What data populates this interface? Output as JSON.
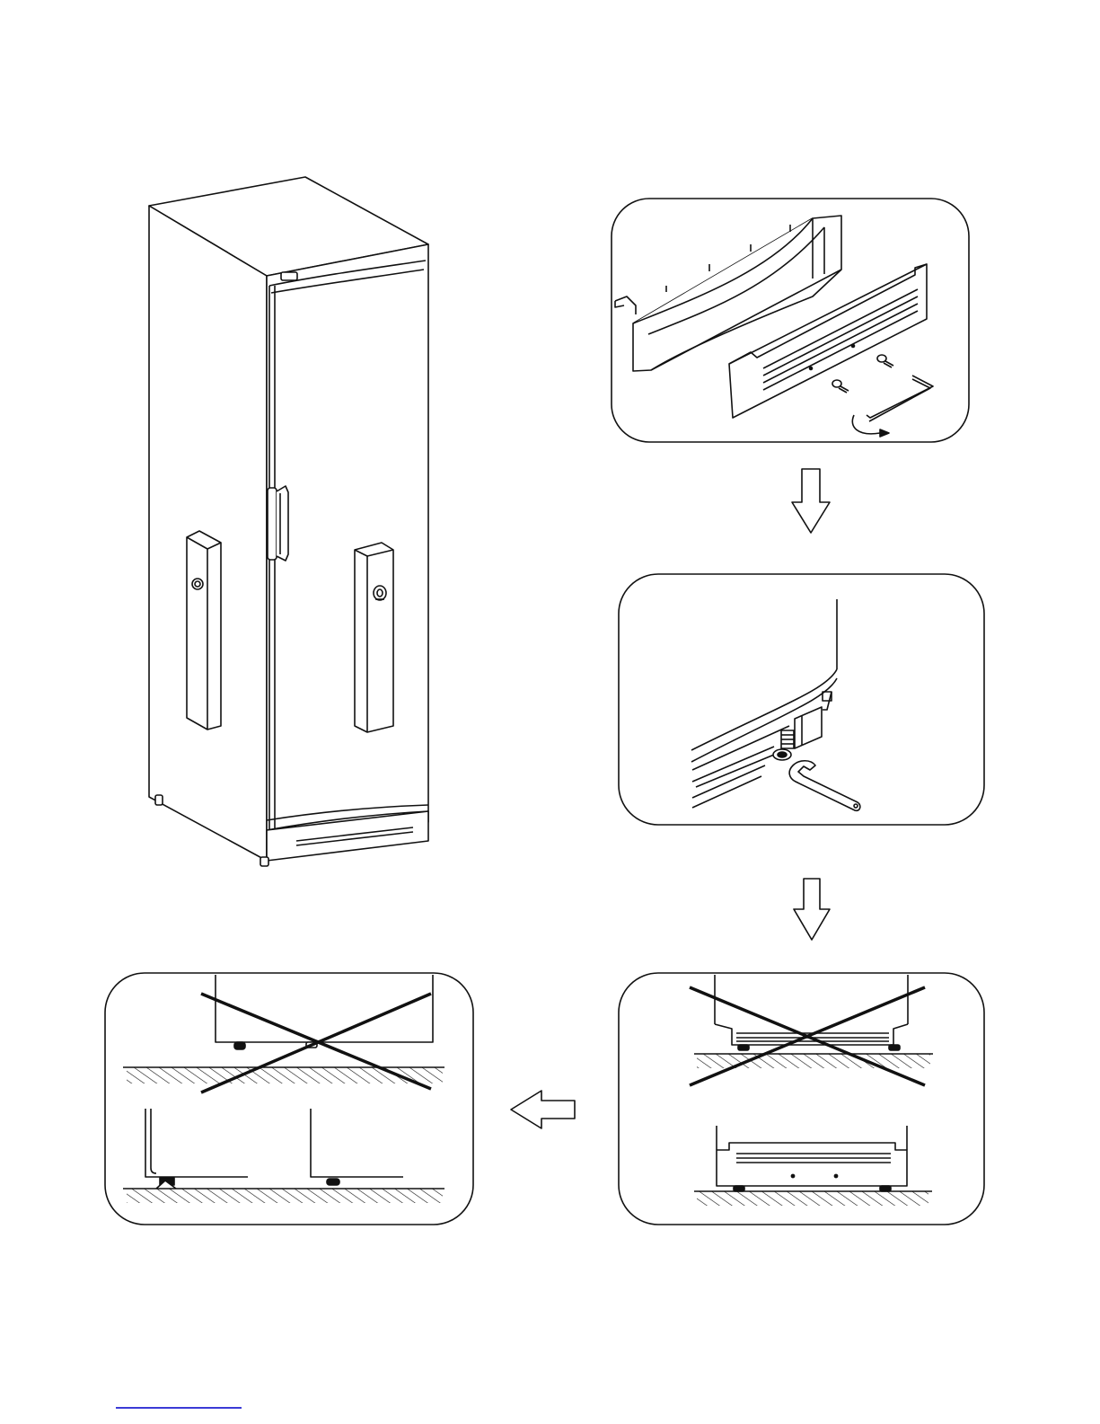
{
  "colors": {
    "line": "#111111",
    "background": "#ffffff",
    "footer_rule": "#3b3bd6"
  },
  "figures": [
    {
      "name": "freezer-cabinet",
      "icon": "upright-cabinet-with-door"
    },
    {
      "name": "panel-kickplate-parts",
      "icon": "kickplate-screws-hex-key"
    },
    {
      "name": "panel-adjust-feet",
      "icon": "wrench-on-leveling-foot"
    },
    {
      "name": "panel-kickplate-fit",
      "icon": "kickplate-correct-incorrect"
    },
    {
      "name": "panel-feet-level",
      "icon": "feet-on-floor-correct-incorrect"
    }
  ],
  "arrows": [
    "down-arrow",
    "down-arrow",
    "left-arrow"
  ]
}
